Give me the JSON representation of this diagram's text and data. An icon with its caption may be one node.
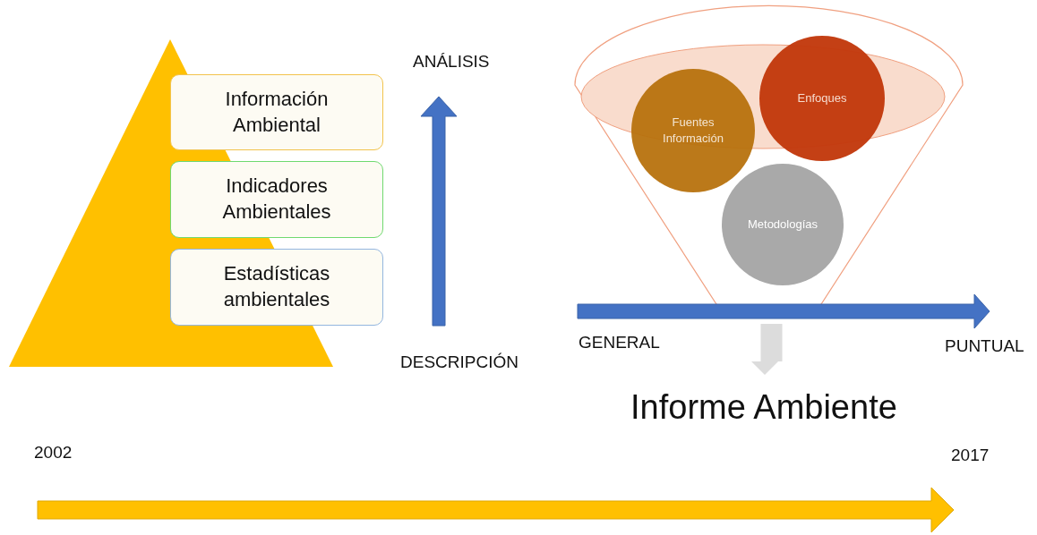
{
  "diagram": {
    "nodes": [
      {
        "text": [
          "Información Ambiental"
        ]
      },
      {
        "text": [
          "Indicadores Ambientales"
        ]
      },
      {
        "text": [
          "Estadísticas ambientales"
        ]
      },
      {
        "text": [],
        "shape": "funnel"
      },
      {
        "text": [
          "Fuentes Información"
        ],
        "in": 3
      },
      {
        "text": [
          "Enfoques"
        ],
        "in": 3
      },
      {
        "text": [
          "Metodologías"
        ],
        "in": 3
      },
      {
        "text": [
          "Informe Ambiente"
        ]
      }
    ],
    "edges": [
      {
        "from": 3,
        "to": 7,
        "arrow": "to",
        "color": "#dcdcdc"
      }
    ],
    "labels": [
      "ANÁLISIS",
      "DESCRIPCIÓN",
      "GENERAL",
      "PUNTUAL",
      "2002",
      "2017"
    ]
  }
}
